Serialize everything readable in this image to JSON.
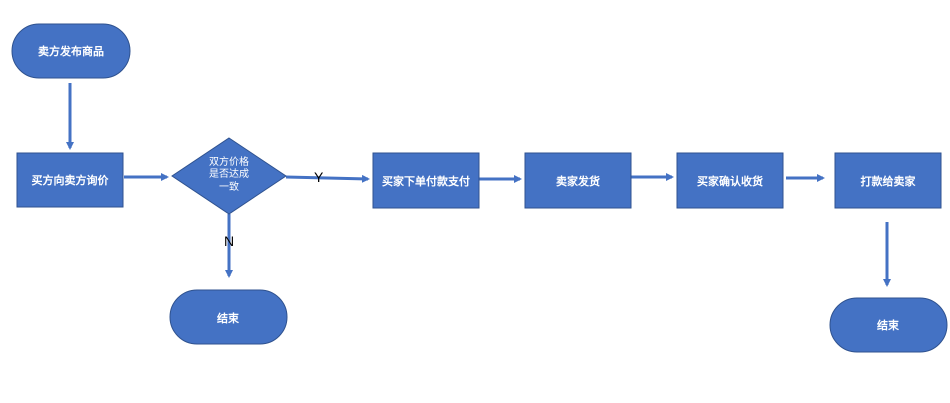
{
  "nodes": {
    "start": "卖方发布商品",
    "inquiry": "买方向卖方询价",
    "decision_line1": "双方价格",
    "decision_line2": "是否达成",
    "decision_line3": "一致",
    "order": "买家下单付款支付",
    "ship": "卖家发货",
    "confirm": "买家确认收货",
    "payout": "打款给卖家",
    "end_no": "结束",
    "end_yes": "结束"
  },
  "edges": {
    "yes_label": "Y",
    "no_label": "N"
  },
  "colors": {
    "fill": "#4472c4",
    "stroke": "#2f528f",
    "text": "#ffffff",
    "edge": "#4472c4"
  }
}
